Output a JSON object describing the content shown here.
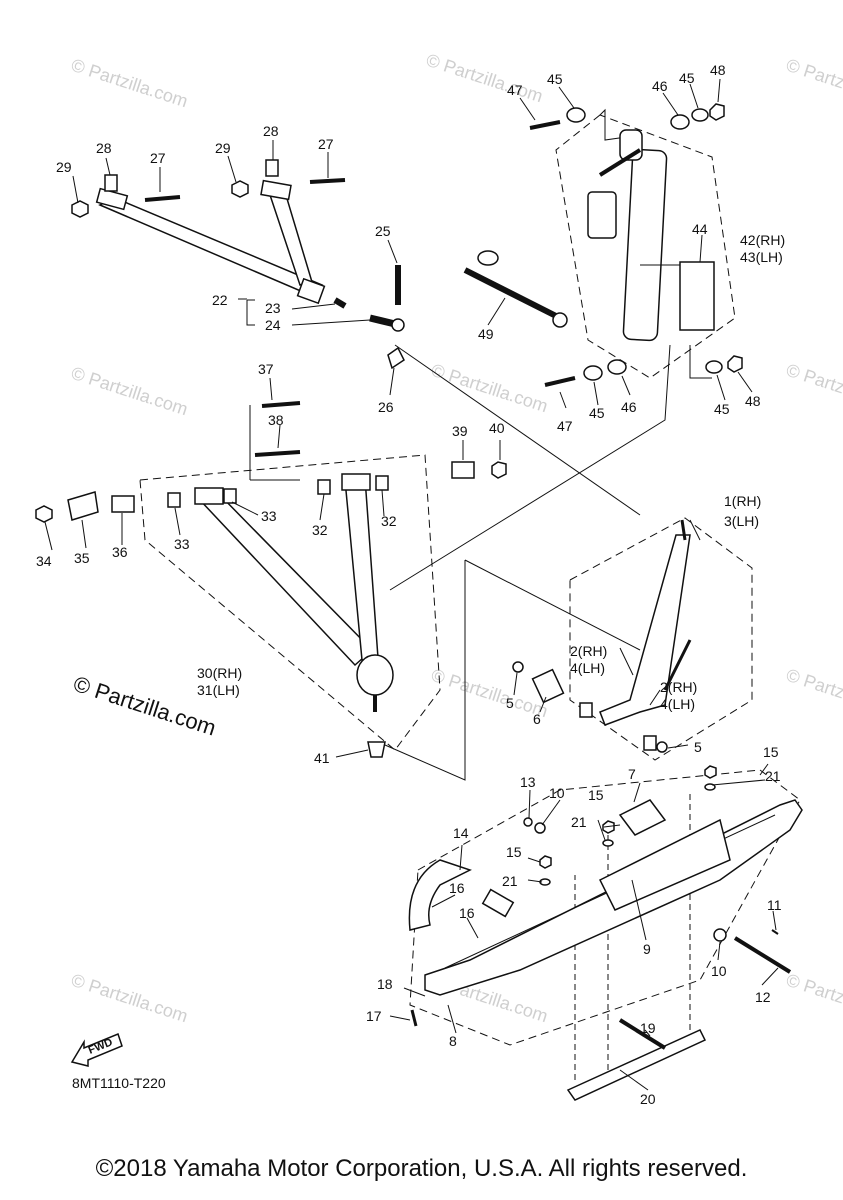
{
  "watermark": "© Partzilla.com",
  "figure_code": "8MT1110-T220",
  "fwd_label": "FWD",
  "copyright": "©2018 Yamaha Motor Corporation, U.S.A. All rights reserved.",
  "callouts": {
    "c1": "1(RH)",
    "c3": "3(LH)",
    "c2a": "2(RH)",
    "c4a": "4(LH)",
    "c2b": "2(RH)",
    "c4b": "4(LH)",
    "c5a": "5",
    "c5b": "5",
    "c6": "6",
    "c7": "7",
    "c8": "8",
    "c9": "9",
    "c10a": "10",
    "c10b": "10",
    "c11": "11",
    "c12": "12",
    "c13": "13",
    "c14": "14",
    "c15a": "15",
    "c15b": "15",
    "c15c": "15",
    "c16a": "16",
    "c16b": "16",
    "c17": "17",
    "c18": "18",
    "c19": "19",
    "c20": "20",
    "c21a": "21",
    "c21b": "21",
    "c21c": "21",
    "c22": "22",
    "c23": "23",
    "c24": "24",
    "c25": "25",
    "c26": "26",
    "c27a": "27",
    "c27b": "27",
    "c28a": "28",
    "c28b": "28",
    "c29a": "29",
    "c29b": "29",
    "c30": "30(RH)",
    "c31": "31(LH)",
    "c32a": "32",
    "c32b": "32",
    "c33a": "33",
    "c33b": "33",
    "c34": "34",
    "c35": "35",
    "c36": "36",
    "c37": "37",
    "c38": "38",
    "c39": "39",
    "c40": "40",
    "c41": "41",
    "c42": "42(RH)",
    "c43": "43(LH)",
    "c44": "44",
    "c45a": "45",
    "c45b": "45",
    "c45c": "45",
    "c45d": "45",
    "c46a": "46",
    "c46b": "46",
    "c47a": "47",
    "c47b": "47",
    "c48a": "48",
    "c48b": "48",
    "c49": "49"
  }
}
